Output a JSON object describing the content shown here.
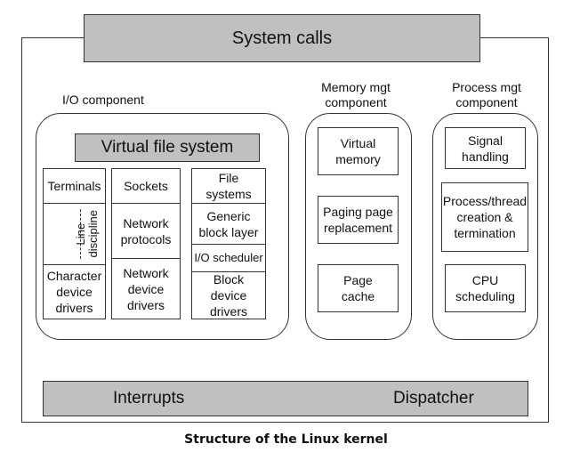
{
  "diagram": {
    "top_bar": "System calls",
    "io_component": {
      "title": "I/O component",
      "vfs": "Virtual file system",
      "col1": {
        "top": "Terminals",
        "middle_vertical": [
          "Line",
          "discipline"
        ],
        "bottom": "Character device drivers"
      },
      "col2": {
        "top": "Sockets",
        "middle": "Network protocols",
        "bottom": "Network device drivers"
      },
      "col3": {
        "top": "File systems",
        "upper_middle": "Generic block layer",
        "lower_middle": "I/O scheduler",
        "bottom": "Block device drivers"
      }
    },
    "memory_component": {
      "title_line1": "Memory mgt",
      "title_line2": "component",
      "items": [
        "Virtual memory",
        "Paging page replacement",
        "Page cache"
      ]
    },
    "process_component": {
      "title_line1": "Process mgt",
      "title_line2": "component",
      "items": [
        "Signal handling",
        "Process/thread creation & termination",
        "CPU scheduling"
      ]
    },
    "bottom_bar": {
      "left": "Interrupts",
      "right": "Dispatcher"
    },
    "caption": "Structure of the Linux kernel"
  },
  "colors": {
    "bar_fill": "#c0c0c0",
    "line": "#333333"
  }
}
